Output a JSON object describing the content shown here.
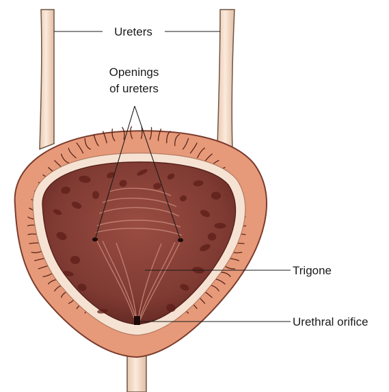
{
  "diagram": {
    "labels": {
      "ureters": "Ureters",
      "openings_line1": "Openings",
      "openings_line2": "of ureters",
      "trigone": "Trigone",
      "urethral_orifice": "Urethral orifice"
    },
    "colors": {
      "background": "#ffffff",
      "tube_fill": "#f5ddc9",
      "tube_outline": "#6b5544",
      "wall_outer": "#e69a7a",
      "wall_rim": "#f6e2d2",
      "wall_veins": "#5a2418",
      "lumen": "#7e3a32",
      "lumen_dark": "#4d1a14",
      "spots": "#5e1d18",
      "label_text": "#1a1a1a"
    }
  }
}
